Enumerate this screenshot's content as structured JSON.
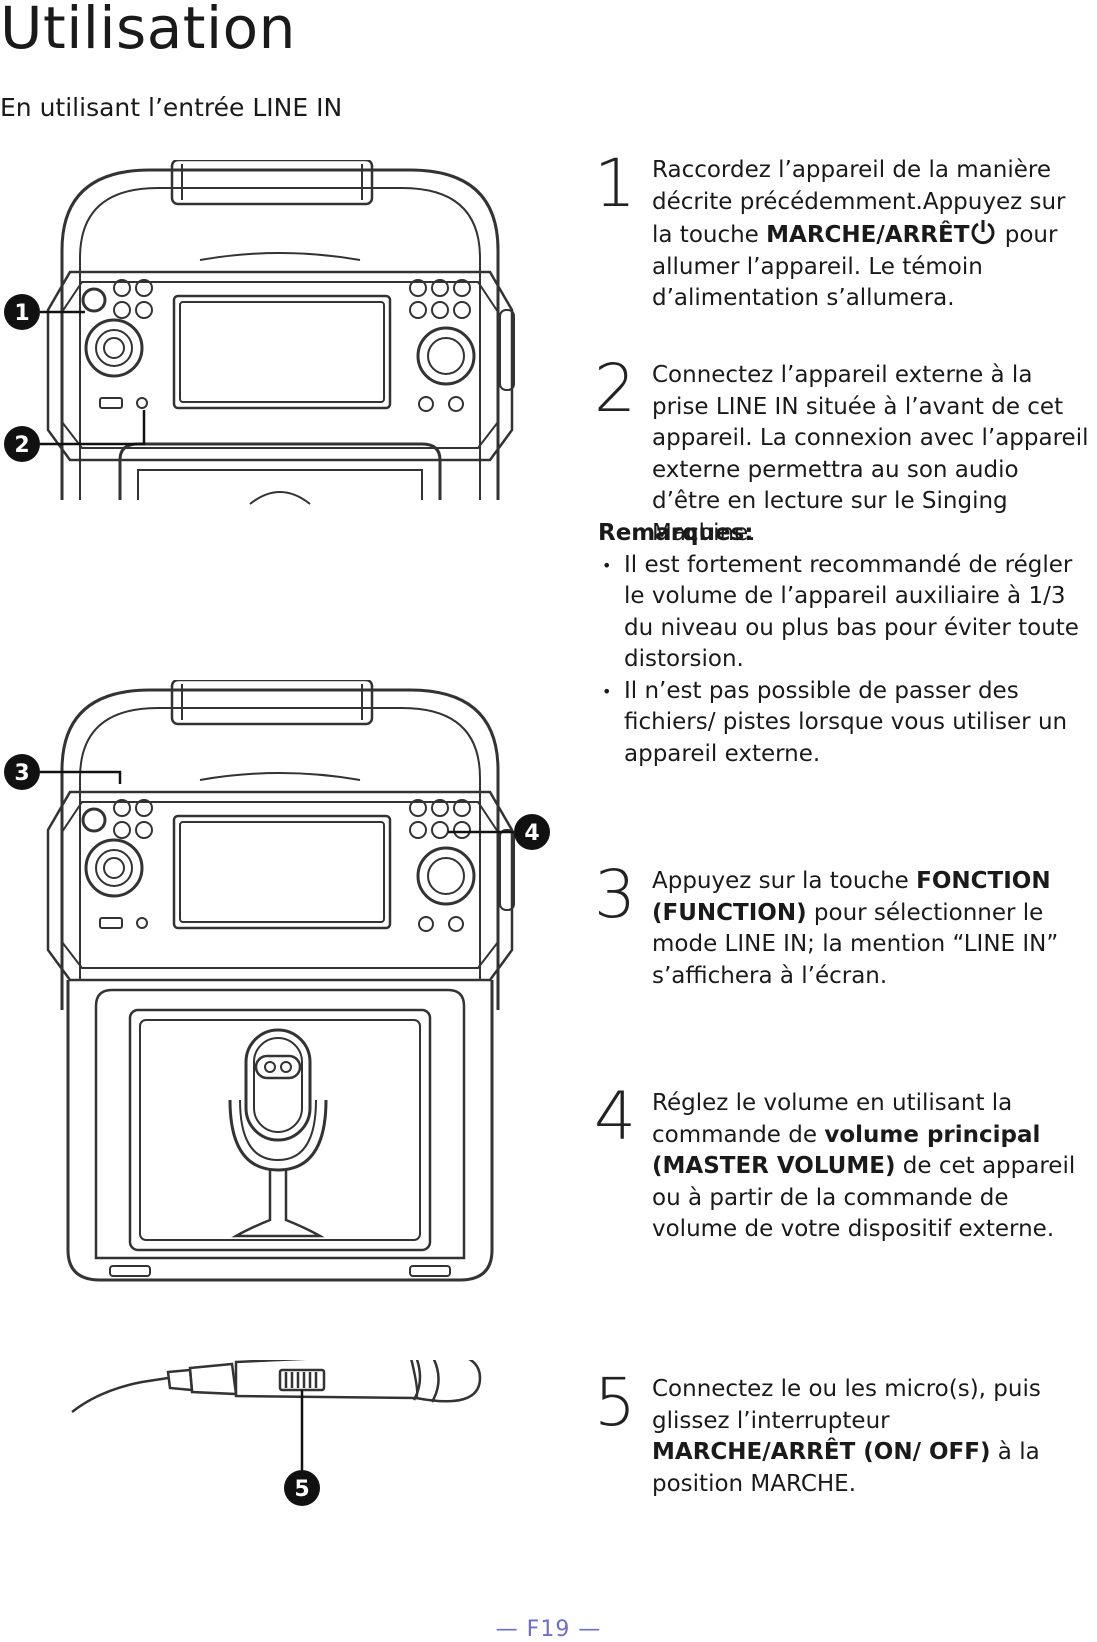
{
  "page": {
    "title": "Utilisation",
    "subtitle": "En utilisant l’entrée LINE IN",
    "footer": "— F19 —"
  },
  "callouts": [
    "1",
    "2",
    "3",
    "4",
    "5"
  ],
  "steps": [
    {
      "num": "1",
      "parts": [
        {
          "t": "Raccordez l’appareil de la manière décrite précédemment.Appuyez sur la touche "
        },
        {
          "t": "MARCHE/ARRÊT",
          "b": true
        },
        {
          "icon": "power-icon"
        },
        {
          "t": " pour allumer l’appareil. Le témoin d’alimentation s’allumera."
        }
      ]
    },
    {
      "num": "2",
      "parts": [
        {
          "t": "Connectez l’appareil externe à la prise LINE IN située à l’avant de cet appareil. La connexion avec l’appareil externe permettra au son audio d’être en lecture sur le Singing Machine."
        }
      ]
    },
    {
      "num": "3",
      "parts": [
        {
          "t": "Appuyez sur la touche "
        },
        {
          "t": "FONCTION (FUNCTION)",
          "b": true
        },
        {
          "t": " pour sélectionner le mode LINE IN; la mention “LINE IN” s’affichera à l’écran."
        }
      ]
    },
    {
      "num": "4",
      "parts": [
        {
          "t": "Réglez le volume en utilisant la commande de "
        },
        {
          "t": "volume principal (MASTER VOLUME)",
          "b": true
        },
        {
          "t": " de cet appareil ou à partir de la commande de volume de votre dispositif externe."
        }
      ]
    },
    {
      "num": "5",
      "parts": [
        {
          "t": "Connectez le ou les micro(s), puis glissez l’interrupteur "
        },
        {
          "t": "MARCHE/ARRÊT (ON/ OFF)",
          "b": true
        },
        {
          "t": " à la position MARCHE."
        }
      ]
    }
  ],
  "notes": {
    "heading": "Remarques:",
    "items": [
      "Il est fortement recommandé de régler le volume de l’appareil auxiliaire à 1/3 du niveau ou plus bas pour éviter toute distorsion.",
      "Il n’est pas possible de passer des fichiers/ pistes lorsque vous utiliser un appareil externe."
    ]
  }
}
